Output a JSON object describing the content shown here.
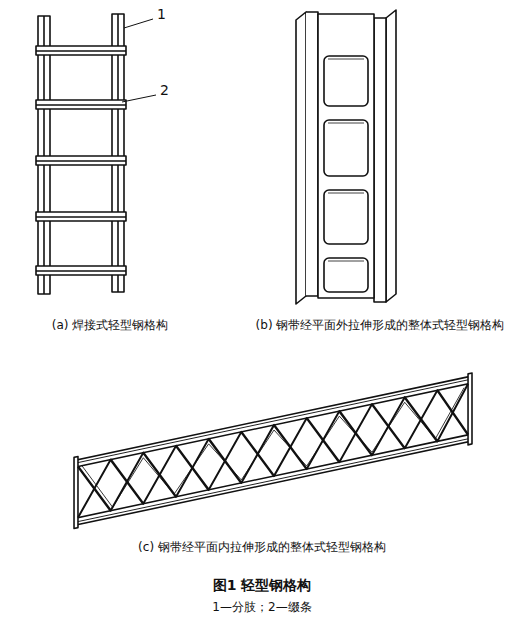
{
  "diagram": {
    "caption": "图1 轻型钢格构",
    "labels": [
      "1",
      "2",
      "(a) 焊接式轻型钢格构",
      "(b) 钢带经平面外拉伸形成的整体式轻型钢格构",
      "(c) 钢带经平面内拉伸形成的整体式轻型钢格构",
      "1—分肢；2—缀条"
    ]
  }
}
